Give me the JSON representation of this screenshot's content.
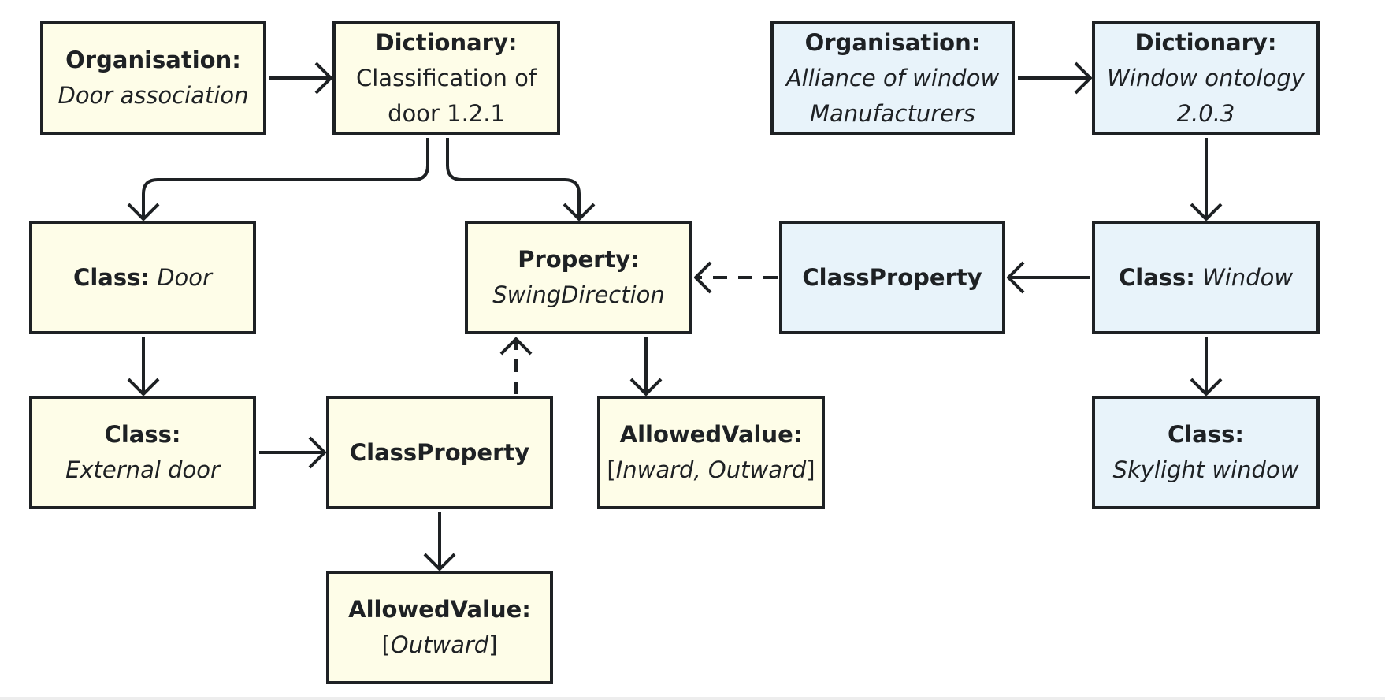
{
  "colors": {
    "yellow_fill": "#fefde8",
    "blue_fill": "#e8f3fa",
    "stroke": "#1e2124"
  },
  "nodes": {
    "door_org": {
      "title": "Organisation:",
      "name": "Door association"
    },
    "door_dict": {
      "title": "Dictionary:",
      "line1": "Classification of",
      "line2": "door 1.2.1"
    },
    "window_org": {
      "title": "Organisation:",
      "line1": "Alliance of window",
      "line2": "Manufacturers"
    },
    "window_dict": {
      "title": "Dictionary:",
      "line1": "Window ontology",
      "line2": "2.0.3"
    },
    "class_door": {
      "title": "Class:",
      "name": "Door"
    },
    "property_swing": {
      "title": "Property:",
      "name": "SwingDirection"
    },
    "classprop_window": {
      "title": "ClassProperty"
    },
    "class_window": {
      "title": "Class:",
      "name": "Window"
    },
    "class_external": {
      "title": "Class:",
      "name": "External door"
    },
    "classprop_door": {
      "title": "ClassProperty"
    },
    "allowed_inout": {
      "title": "AllowedValue:",
      "open": "[",
      "values": "Inward, Outward",
      "close": "]"
    },
    "class_skylight": {
      "title": "Class:",
      "name": "Skylight window"
    },
    "allowed_out": {
      "title": "AllowedValue:",
      "open": "[",
      "values": "Outward",
      "close": "]"
    }
  },
  "edges": [
    {
      "from": "door_org",
      "to": "door_dict",
      "style": "solid"
    },
    {
      "from": "window_org",
      "to": "window_dict",
      "style": "solid"
    },
    {
      "from": "door_dict",
      "to": "class_door",
      "style": "solid"
    },
    {
      "from": "door_dict",
      "to": "property_swing",
      "style": "solid"
    },
    {
      "from": "window_dict",
      "to": "class_window",
      "style": "solid"
    },
    {
      "from": "class_window",
      "to": "classprop_window",
      "style": "solid"
    },
    {
      "from": "classprop_window",
      "to": "property_swing",
      "style": "dashed"
    },
    {
      "from": "class_window",
      "to": "class_skylight",
      "style": "solid"
    },
    {
      "from": "class_door",
      "to": "class_external",
      "style": "solid"
    },
    {
      "from": "class_external",
      "to": "classprop_door",
      "style": "solid"
    },
    {
      "from": "classprop_door",
      "to": "property_swing",
      "style": "dashed"
    },
    {
      "from": "property_swing",
      "to": "allowed_inout",
      "style": "solid"
    },
    {
      "from": "classprop_door",
      "to": "allowed_out",
      "style": "solid"
    }
  ]
}
